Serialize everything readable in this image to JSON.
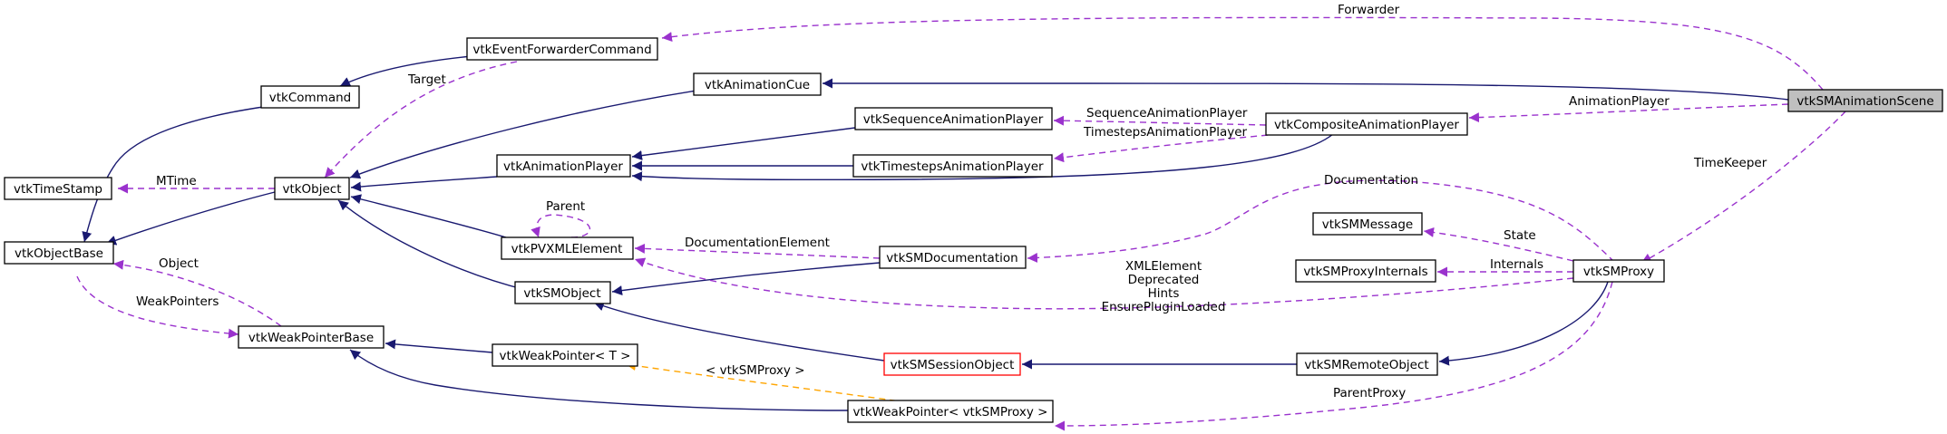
{
  "colors": {
    "inheritance": "#191970",
    "usage": "#9a32cd",
    "template": "#ffa500",
    "focus_fill": "#bfbfbf",
    "special_border": "#ff0000"
  },
  "nodes": {
    "vtkSMAnimationScene": "vtkSMAnimationScene",
    "vtkEventForwarderCommand": "vtkEventForwarderCommand",
    "vtkCommand": "vtkCommand",
    "vtkAnimationCue": "vtkAnimationCue",
    "vtkSequenceAnimationPlayer": "vtkSequenceAnimationPlayer",
    "vtkCompositeAnimationPlayer": "vtkCompositeAnimationPlayer",
    "vtkTimeStamp": "vtkTimeStamp",
    "vtkObject": "vtkObject",
    "vtkAnimationPlayer": "vtkAnimationPlayer",
    "vtkTimestepsAnimationPlayer": "vtkTimestepsAnimationPlayer",
    "vtkObjectBase": "vtkObjectBase",
    "vtkPVXMLElement": "vtkPVXMLElement",
    "vtkSMDocumentation": "vtkSMDocumentation",
    "vtkSMMessage": "vtkSMMessage",
    "vtkSMProxyInternals": "vtkSMProxyInternals",
    "vtkSMProxy": "vtkSMProxy",
    "vtkSMObject": "vtkSMObject",
    "vtkWeakPointerBase": "vtkWeakPointerBase",
    "vtkWeakPointerT": "vtkWeakPointer< T >",
    "vtkSMSessionObject": "vtkSMSessionObject",
    "vtkSMRemoteObject": "vtkSMRemoteObject",
    "vtkWeakPointerSMProxy": "vtkWeakPointer< vtkSMProxy >"
  },
  "edge_labels": {
    "forwarder": "Forwarder",
    "target": "Target",
    "mtime": "MTime",
    "animation_player": "AnimationPlayer",
    "sequence_animation_player": "SequenceAnimationPlayer",
    "timesteps_animation_player": "TimestepsAnimationPlayer",
    "time_keeper": "TimeKeeper",
    "parent": "Parent",
    "documentation": "Documentation",
    "documentation_element": "DocumentationElement",
    "state": "State",
    "internals": "Internals",
    "xml_element_lines": [
      "XMLElement",
      "Deprecated",
      "Hints",
      "EnsurePluginLoaded"
    ],
    "object": "Object",
    "weak_pointers": "WeakPointers",
    "template_arg": "< vtkSMProxy >",
    "parent_proxy": "ParentProxy"
  }
}
